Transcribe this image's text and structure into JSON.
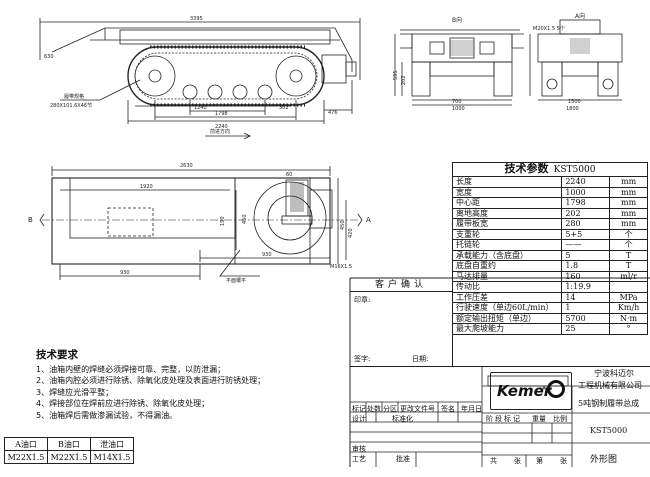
{
  "drawing": {
    "top_overall": "3395",
    "track_note1": "履带规格",
    "track_note2": "280X101.6X46节",
    "dim_1240": "1240",
    "dim_302": "302",
    "dim_1798": "1798",
    "dim_2240": "2240",
    "dim_476": "476",
    "dim_630": "630",
    "view_b": "B向",
    "view_a": "A向",
    "dim_700": "700",
    "dim_1000": "1000",
    "dim_1500": "1500",
    "dim_1800": "1800",
    "dim_202": "202",
    "dim_595": "595",
    "bolt_note": "M20X1.5 5个",
    "travel_dir": "前进方向",
    "plan_2630": "2630",
    "plan_1920": "1920",
    "plan_930a": "930",
    "plan_930b": "930",
    "plan_450a": "450",
    "plan_450b": "450",
    "plan_190": "190",
    "plan_420": "420",
    "plan_60": "60",
    "plan_m16": "M16X1.5",
    "plan_level": "平面镶平",
    "mark_b": "B",
    "mark_a": "A"
  },
  "tech_params": {
    "title": "技术参数",
    "model": "KST5000",
    "rows": [
      {
        "label": "长度",
        "value": "2240",
        "unit": "mm"
      },
      {
        "label": "宽度",
        "value": "1000",
        "unit": "mm"
      },
      {
        "label": "中心距",
        "value": "1798",
        "unit": "mm"
      },
      {
        "label": "离地高度",
        "value": "202",
        "unit": "mm"
      },
      {
        "label": "履带板宽",
        "value": "280",
        "unit": "mm"
      },
      {
        "label": "支重轮",
        "value": "5+5",
        "unit": "个"
      },
      {
        "label": "托链轮",
        "value": "——",
        "unit": "个"
      },
      {
        "label": "承载能力（含底盘）",
        "value": "5",
        "unit": "T"
      },
      {
        "label": "底盘自重约",
        "value": "1.8",
        "unit": "T"
      },
      {
        "label": "马达排量",
        "value": "160",
        "unit": "ml/r"
      },
      {
        "label": "传动比",
        "value": "1:19.9",
        "unit": ""
      },
      {
        "label": "工作压差",
        "value": "14",
        "unit": "MPa"
      },
      {
        "label": "行驶速度（单边60L/min）",
        "value": "1",
        "unit": "Km/h"
      },
      {
        "label": "额定输出扭矩（单边）",
        "value": "5700",
        "unit": "N·m"
      },
      {
        "label": "最大爬坡能力",
        "value": "25",
        "unit": "°"
      }
    ]
  },
  "customer": {
    "title": "客户确认",
    "seal": "印章:",
    "sign": "签字:",
    "date": "日期:"
  },
  "requirements": {
    "title": "技术要求",
    "items": [
      "1、油箱内壁的焊缝必须焊接可靠、完整，以防泄漏；",
      "2、油箱内腔必须进行除锈、除氧化皮处理及表面进行防锈处理；",
      "3、焊缝应光滑平整；",
      "4、焊接部位在焊前应进行除锈、除氧化皮处理；",
      "5、油箱焊后需做渗漏试验，不得漏油。"
    ]
  },
  "ports": {
    "headers": [
      "A油口",
      "B油口",
      "泄油口"
    ],
    "values": [
      "M22X1.5",
      "M22X1.5",
      "M14X1.5"
    ]
  },
  "title_block": {
    "logo": "Kemer",
    "company1": "宁波科迈尔",
    "company2": "工程机械有限公司",
    "product": "5吨钢制履带总成",
    "code": "KST5000",
    "drawing_name": "外形图",
    "rev_headers": [
      "标记",
      "处数",
      "分区",
      "更改文件号",
      "签名",
      "年月日"
    ],
    "row_design": "设计",
    "row_standard": "标准化",
    "stage_headers": [
      "阶段标记",
      "重量",
      "比例"
    ],
    "row_review": "审核",
    "row_process": "工艺",
    "row_approve": "批准",
    "sheet_total": "共",
    "sheet_label": "张",
    "sheet_no": "第",
    "sheet_label2": "张"
  }
}
